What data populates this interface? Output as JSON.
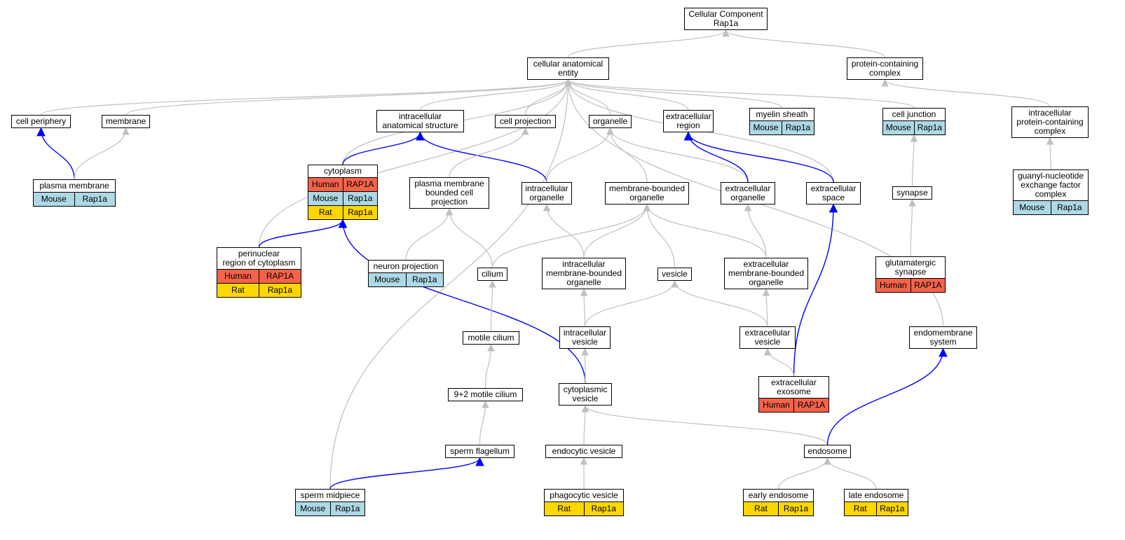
{
  "colors": {
    "Human": "#f4624a",
    "Mouse": "#add8e6",
    "Rat": "#ffd700",
    "gray_edge": "#c0c0c0",
    "blue_edge": "#0000ff"
  },
  "nodes": [
    {
      "id": "cc_root",
      "label": "Cellular Component\nRap1a",
      "rows": []
    },
    {
      "id": "cae",
      "label": "cellular anatomical\nentity",
      "rows": []
    },
    {
      "id": "pcc",
      "label": "protein-containing\ncomplex",
      "rows": []
    },
    {
      "id": "cell_periphery",
      "label": "cell periphery",
      "rows": []
    },
    {
      "id": "membrane",
      "label": "membrane",
      "rows": []
    },
    {
      "id": "ias",
      "label": "intracellular\nanatomical structure",
      "rows": []
    },
    {
      "id": "cell_projection",
      "label": "cell projection",
      "rows": []
    },
    {
      "id": "organelle",
      "label": "organelle",
      "rows": []
    },
    {
      "id": "extracellular_region",
      "label": "extracellular\nregion",
      "rows": []
    },
    {
      "id": "myelin_sheath",
      "label": "myelin sheath",
      "rows": [
        [
          "Mouse",
          "Rap1a"
        ]
      ]
    },
    {
      "id": "cell_junction",
      "label": "cell junction",
      "rows": [
        [
          "Mouse",
          "Rap1a"
        ]
      ]
    },
    {
      "id": "ipcc",
      "label": "intracellular\nprotein-containing\ncomplex",
      "rows": []
    },
    {
      "id": "plasma_membrane",
      "label": "plasma membrane",
      "rows": [
        [
          "Mouse",
          "Rap1a"
        ]
      ]
    },
    {
      "id": "cytoplasm",
      "label": "cytoplasm",
      "rows": [
        [
          "Human",
          "RAP1A"
        ],
        [
          "Mouse",
          "Rap1a"
        ],
        [
          "Rat",
          "Rap1a"
        ]
      ]
    },
    {
      "id": "pmbcp",
      "label": "plasma membrane\nbounded cell\nprojection",
      "rows": []
    },
    {
      "id": "intracellular_organelle",
      "label": "intracellular\norganelle",
      "rows": []
    },
    {
      "id": "mbo",
      "label": "membrane-bounded\norganelle",
      "rows": []
    },
    {
      "id": "extracellular_organelle",
      "label": "extracellular\norganelle",
      "rows": []
    },
    {
      "id": "extracellular_space",
      "label": "extracellular\nspace",
      "rows": []
    },
    {
      "id": "synapse",
      "label": "synapse",
      "rows": []
    },
    {
      "id": "gnef",
      "label": "guanyl-nucleotide\nexchange factor\ncomplex",
      "rows": [
        [
          "Mouse",
          "Rap1a"
        ]
      ]
    },
    {
      "id": "perinuclear",
      "label": "perinuclear\nregion of cytoplasm",
      "rows": [
        [
          "Human",
          "RAP1A"
        ],
        [
          "Rat",
          "Rap1a"
        ]
      ]
    },
    {
      "id": "neuron_projection",
      "label": "neuron projection",
      "rows": [
        [
          "Mouse",
          "Rap1a"
        ]
      ]
    },
    {
      "id": "cilium",
      "label": "cilium",
      "rows": []
    },
    {
      "id": "imbo",
      "label": "intracellular\nmembrane-bounded\norganelle",
      "rows": []
    },
    {
      "id": "vesicle",
      "label": "vesicle",
      "rows": []
    },
    {
      "id": "embo",
      "label": "extracellular\nmembrane-bounded\norganelle",
      "rows": []
    },
    {
      "id": "glut_synapse",
      "label": "glutamatergic\nsynapse",
      "rows": [
        [
          "Human",
          "RAP1A"
        ]
      ]
    },
    {
      "id": "motile_cilium",
      "label": "motile cilium",
      "rows": []
    },
    {
      "id": "intracellular_vesicle",
      "label": "intracellular\nvesicle",
      "rows": []
    },
    {
      "id": "extracellular_vesicle",
      "label": "extracellular\nvesicle",
      "rows": []
    },
    {
      "id": "endomembrane",
      "label": "endomembrane\nsystem",
      "rows": []
    },
    {
      "id": "nine_two",
      "label": "9+2 motile cilium",
      "rows": []
    },
    {
      "id": "cytoplasmic_vesicle",
      "label": "cytoplasmic\nvesicle",
      "rows": []
    },
    {
      "id": "exosome",
      "label": "extracellular\nexosome",
      "rows": [
        [
          "Human",
          "RAP1A"
        ]
      ]
    },
    {
      "id": "sperm_flagellum",
      "label": "sperm flagellum",
      "rows": []
    },
    {
      "id": "endocytic_vesicle",
      "label": "endocytic vesicle",
      "rows": []
    },
    {
      "id": "endosome",
      "label": "endosome",
      "rows": []
    },
    {
      "id": "sperm_midpiece",
      "label": "sperm midpiece",
      "rows": [
        [
          "Mouse",
          "Rap1a"
        ]
      ]
    },
    {
      "id": "phagocytic_vesicle",
      "label": "phagocytic vesicle",
      "rows": [
        [
          "Rat",
          "Rap1a"
        ]
      ]
    },
    {
      "id": "early_endosome",
      "label": "early endosome",
      "rows": [
        [
          "Rat",
          "Rap1a"
        ]
      ]
    },
    {
      "id": "late_endosome",
      "label": "late endosome",
      "rows": [
        [
          "Rat",
          "Rap1a"
        ]
      ]
    }
  ],
  "edges": [
    {
      "from": "cae",
      "to": "cc_root",
      "color": "gray"
    },
    {
      "from": "pcc",
      "to": "cc_root",
      "color": "gray"
    },
    {
      "from": "cell_periphery",
      "to": "cae",
      "color": "gray"
    },
    {
      "from": "membrane",
      "to": "cae",
      "color": "gray"
    },
    {
      "from": "ias",
      "to": "cae",
      "color": "gray"
    },
    {
      "from": "cell_projection",
      "to": "cae",
      "color": "gray"
    },
    {
      "from": "organelle",
      "to": "cae",
      "color": "gray"
    },
    {
      "from": "extracellular_region",
      "to": "cae",
      "color": "gray"
    },
    {
      "from": "myelin_sheath",
      "to": "cae",
      "color": "gray"
    },
    {
      "from": "cell_junction",
      "to": "cae",
      "color": "gray"
    },
    {
      "from": "cytoplasm",
      "to": "cae",
      "color": "gray"
    },
    {
      "from": "perinuclear",
      "to": "cae",
      "color": "gray"
    },
    {
      "from": "sperm_midpiece",
      "to": "cae",
      "color": "gray"
    },
    {
      "from": "extracellular_space",
      "to": "cae",
      "color": "gray"
    },
    {
      "from": "endomembrane",
      "to": "cae",
      "color": "gray"
    },
    {
      "from": "ipcc",
      "to": "pcc",
      "color": "gray"
    },
    {
      "from": "gnef",
      "to": "ipcc",
      "color": "gray"
    },
    {
      "from": "plasma_membrane",
      "to": "cell_periphery",
      "color": "blue"
    },
    {
      "from": "plasma_membrane",
      "to": "membrane",
      "color": "gray"
    },
    {
      "from": "cytoplasm",
      "to": "ias",
      "color": "blue"
    },
    {
      "from": "intracellular_organelle",
      "to": "ias",
      "color": "blue"
    },
    {
      "from": "pmbcp",
      "to": "cell_projection",
      "color": "gray"
    },
    {
      "from": "intracellular_organelle",
      "to": "organelle",
      "color": "gray"
    },
    {
      "from": "mbo",
      "to": "organelle",
      "color": "gray"
    },
    {
      "from": "extracellular_organelle",
      "to": "organelle",
      "color": "gray"
    },
    {
      "from": "extracellular_organelle",
      "to": "extracellular_region",
      "color": "blue"
    },
    {
      "from": "extracellular_space",
      "to": "extracellular_region",
      "color": "blue"
    },
    {
      "from": "synapse",
      "to": "cell_junction",
      "color": "gray"
    },
    {
      "from": "glut_synapse",
      "to": "synapse",
      "color": "gray"
    },
    {
      "from": "perinuclear",
      "to": "cytoplasm",
      "color": "blue"
    },
    {
      "from": "cytoplasmic_vesicle",
      "to": "cytoplasm",
      "color": "blue"
    },
    {
      "from": "neuron_projection",
      "to": "pmbcp",
      "color": "gray"
    },
    {
      "from": "cilium",
      "to": "pmbcp",
      "color": "gray"
    },
    {
      "from": "cilium",
      "to": "mbo",
      "color": "gray"
    },
    {
      "from": "imbo",
      "to": "intracellular_organelle",
      "color": "gray"
    },
    {
      "from": "imbo",
      "to": "mbo",
      "color": "gray"
    },
    {
      "from": "vesicle",
      "to": "mbo",
      "color": "gray"
    },
    {
      "from": "embo",
      "to": "mbo",
      "color": "gray"
    },
    {
      "from": "embo",
      "to": "extracellular_organelle",
      "color": "gray"
    },
    {
      "from": "exosome",
      "to": "extracellular_space",
      "color": "blue"
    },
    {
      "from": "motile_cilium",
      "to": "cilium",
      "color": "gray"
    },
    {
      "from": "intracellular_vesicle",
      "to": "imbo",
      "color": "gray"
    },
    {
      "from": "intracellular_vesicle",
      "to": "vesicle",
      "color": "gray"
    },
    {
      "from": "extracellular_vesicle",
      "to": "vesicle",
      "color": "gray"
    },
    {
      "from": "extracellular_vesicle",
      "to": "embo",
      "color": "gray"
    },
    {
      "from": "nine_two",
      "to": "motile_cilium",
      "color": "gray"
    },
    {
      "from": "cytoplasmic_vesicle",
      "to": "intracellular_vesicle",
      "color": "gray"
    },
    {
      "from": "exosome",
      "to": "extracellular_vesicle",
      "color": "gray"
    },
    {
      "from": "sperm_flagellum",
      "to": "nine_two",
      "color": "gray"
    },
    {
      "from": "endocytic_vesicle",
      "to": "cytoplasmic_vesicle",
      "color": "gray"
    },
    {
      "from": "endosome",
      "to": "cytoplasmic_vesicle",
      "color": "gray"
    },
    {
      "from": "endosome",
      "to": "endomembrane",
      "color": "blue"
    },
    {
      "from": "sperm_midpiece",
      "to": "sperm_flagellum",
      "color": "blue"
    },
    {
      "from": "phagocytic_vesicle",
      "to": "endocytic_vesicle",
      "color": "gray"
    },
    {
      "from": "early_endosome",
      "to": "endosome",
      "color": "gray"
    },
    {
      "from": "late_endosome",
      "to": "endosome",
      "color": "gray"
    }
  ]
}
